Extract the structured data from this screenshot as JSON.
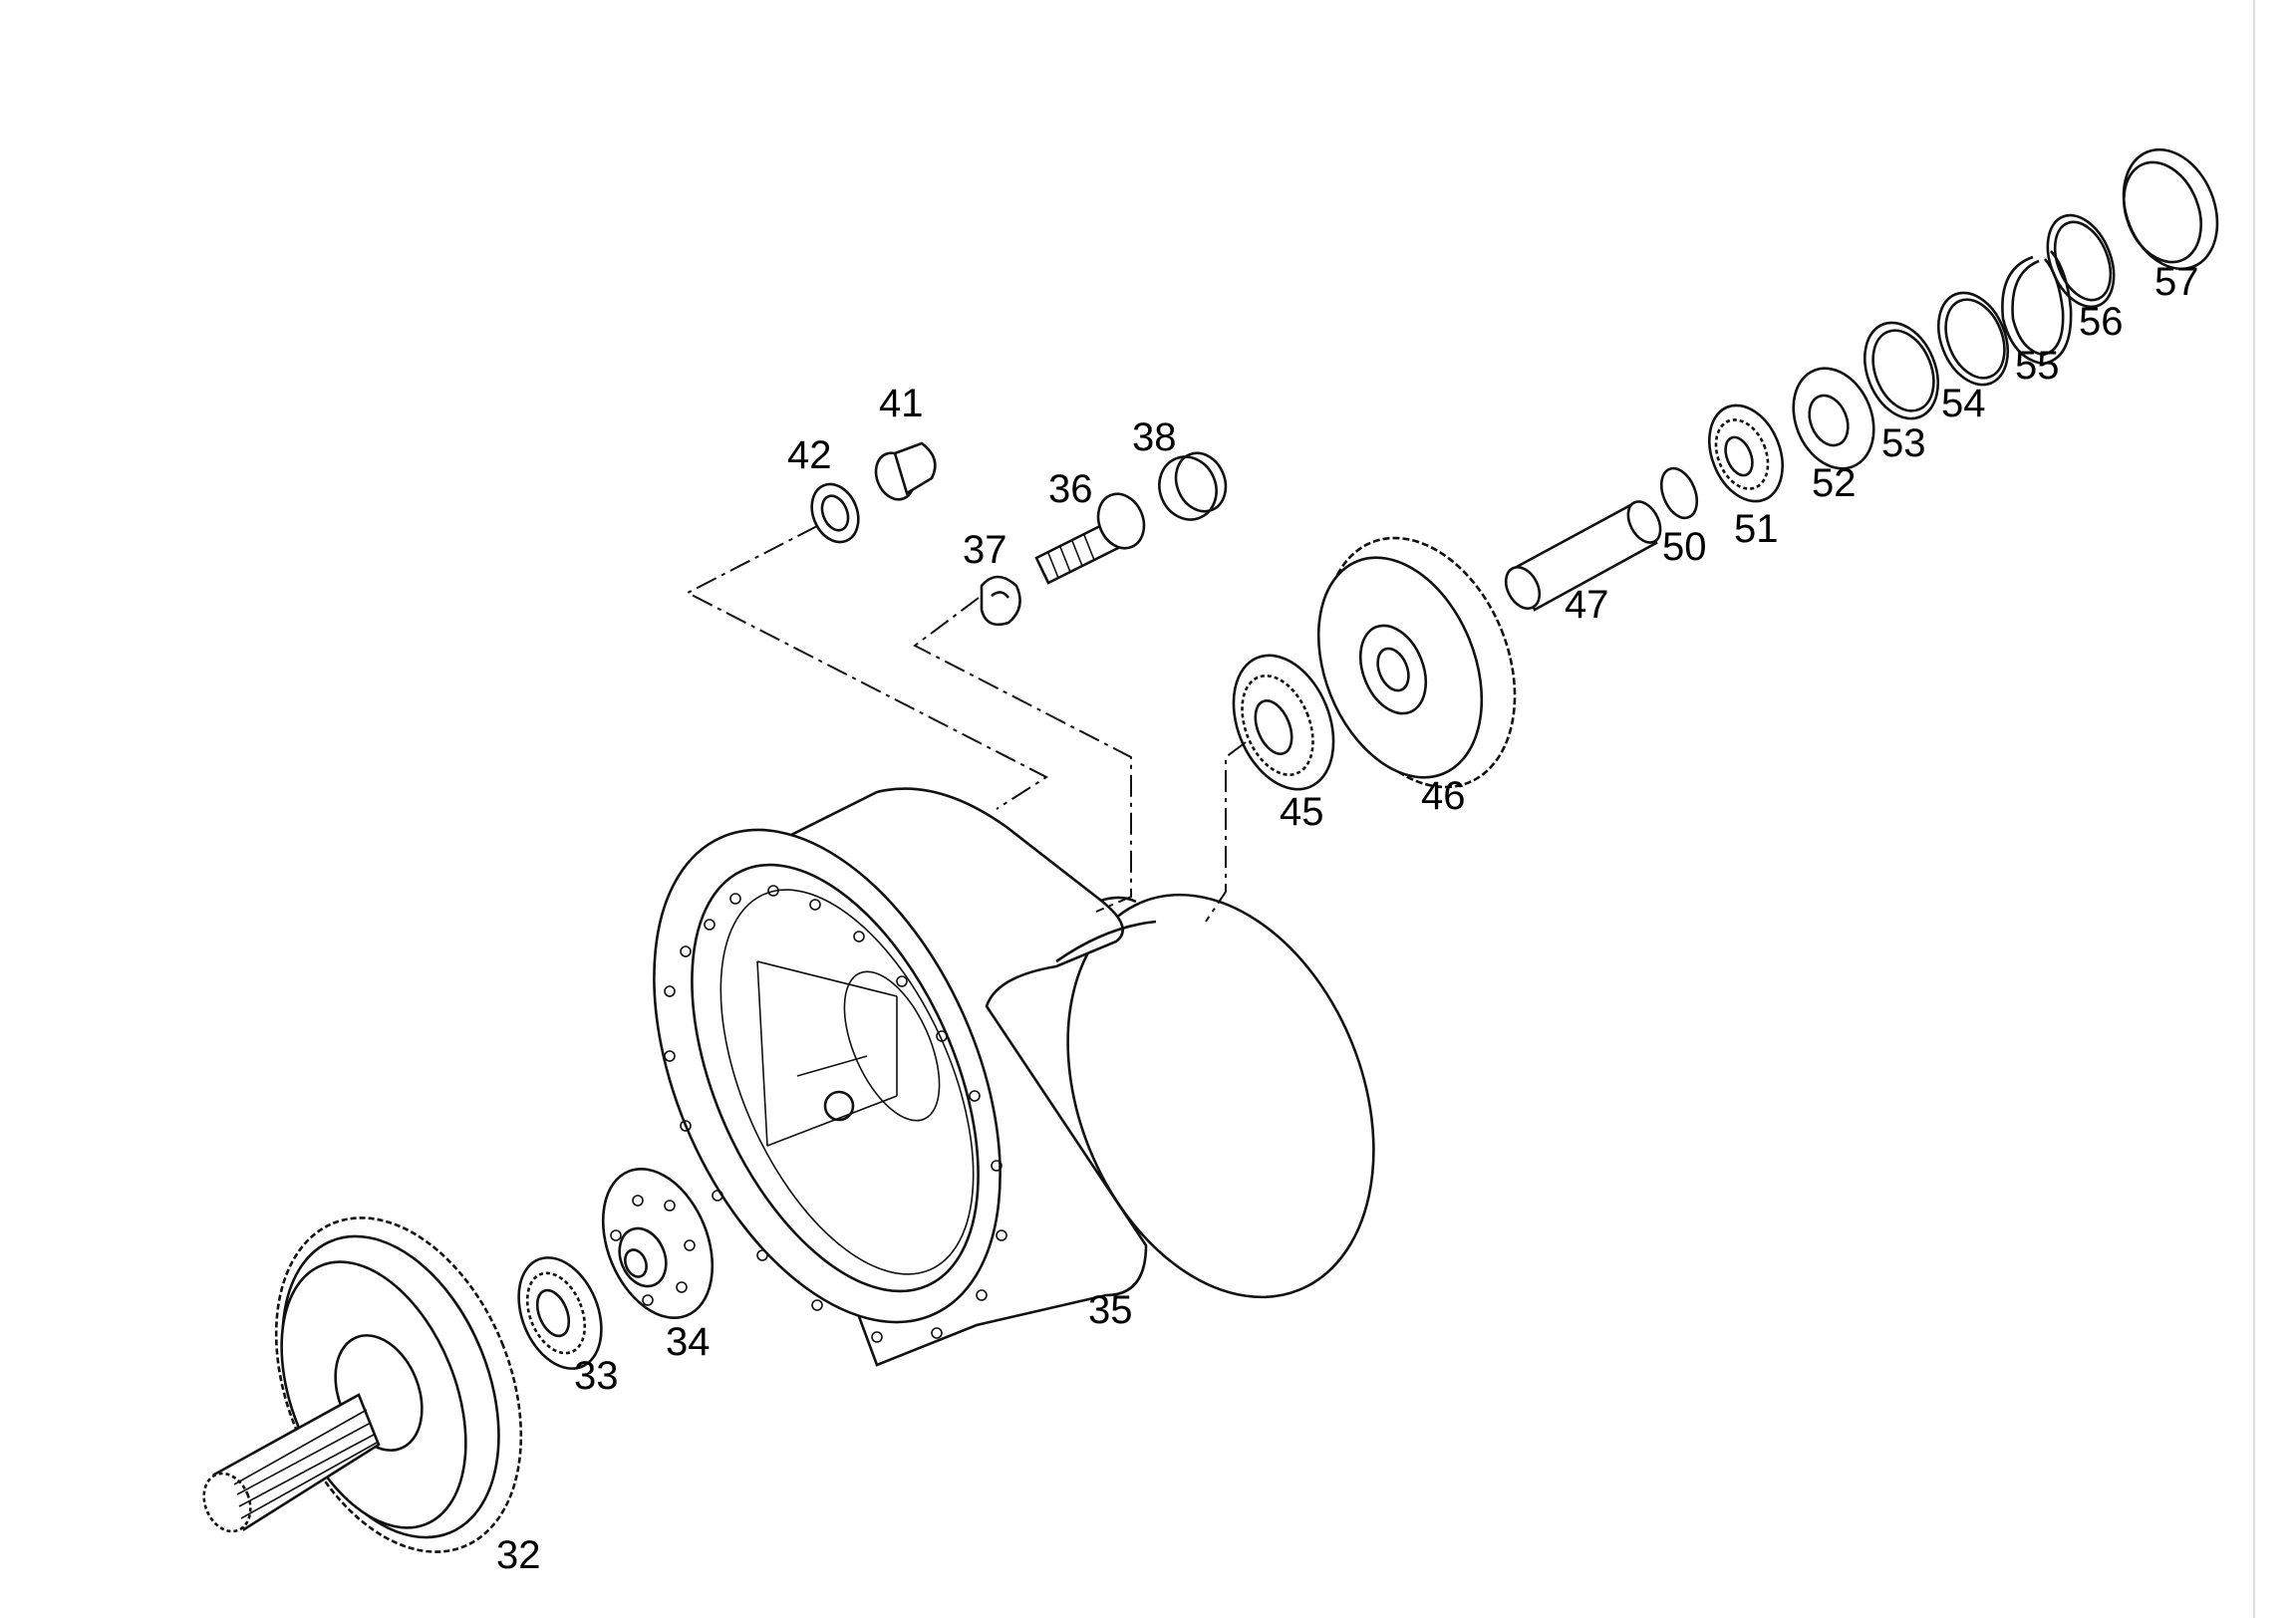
{
  "diagram": {
    "parts": [
      {
        "key": "p32",
        "label": "32"
      },
      {
        "key": "p33",
        "label": "33"
      },
      {
        "key": "p34",
        "label": "34"
      },
      {
        "key": "p35",
        "label": "35"
      },
      {
        "key": "p36",
        "label": "36"
      },
      {
        "key": "p37",
        "label": "37"
      },
      {
        "key": "p38",
        "label": "38"
      },
      {
        "key": "p41",
        "label": "41"
      },
      {
        "key": "p42",
        "label": "42"
      },
      {
        "key": "p45",
        "label": "45"
      },
      {
        "key": "p46",
        "label": "46"
      },
      {
        "key": "p47",
        "label": "47"
      },
      {
        "key": "p50",
        "label": "50"
      },
      {
        "key": "p51",
        "label": "51"
      },
      {
        "key": "p52",
        "label": "52"
      },
      {
        "key": "p53",
        "label": "53"
      },
      {
        "key": "p54",
        "label": "54"
      },
      {
        "key": "p55",
        "label": "55"
      },
      {
        "key": "p56",
        "label": "56"
      },
      {
        "key": "p57",
        "label": "57"
      }
    ]
  }
}
